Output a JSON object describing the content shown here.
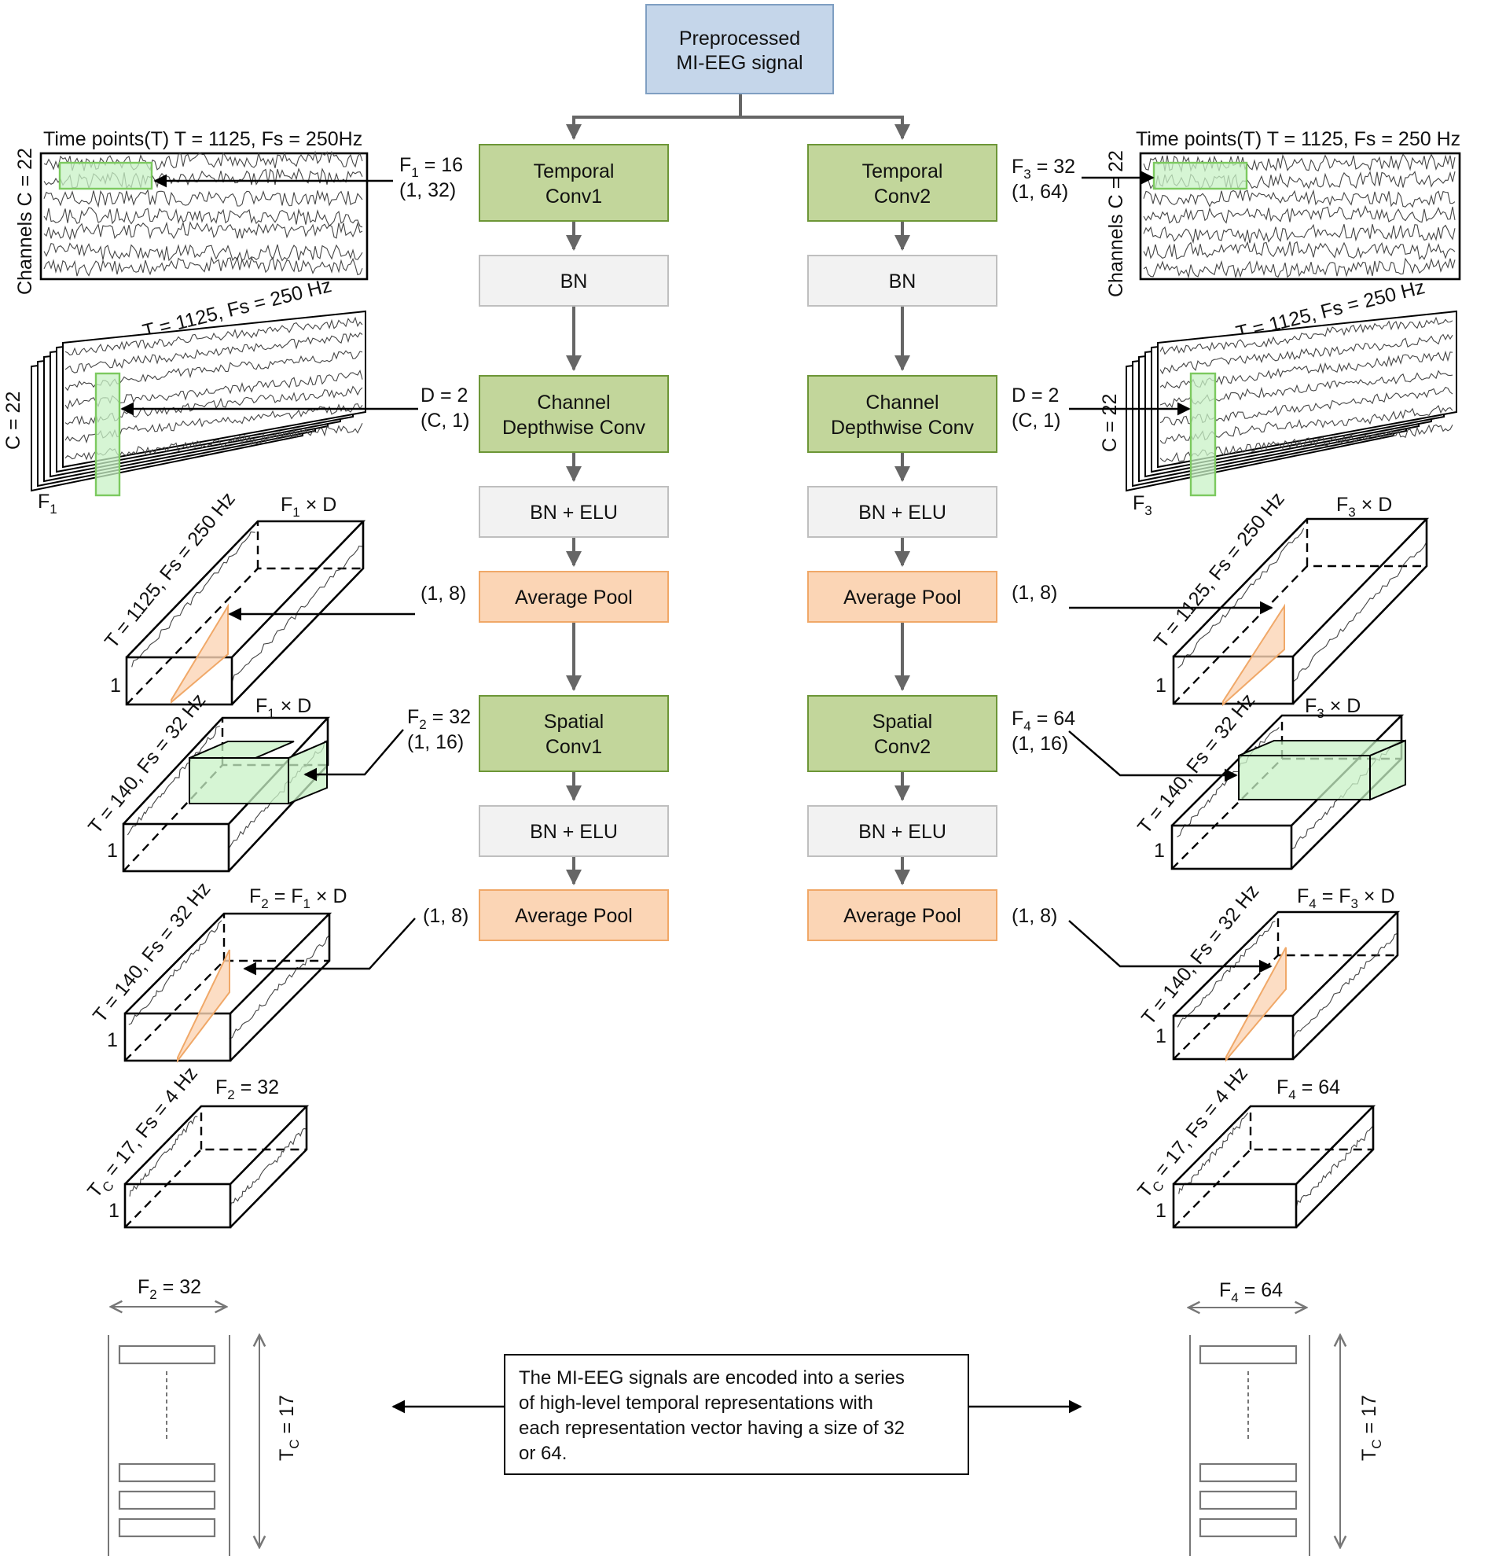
{
  "colors": {
    "input_fill": "#c5d6ea",
    "input_stroke": "#7f9fc2",
    "conv_fill": "#c2d69b",
    "conv_stroke": "#6d9637",
    "bn_fill": "#f2f2f2",
    "bn_stroke": "#bfbfbf",
    "pool_fill": "#fbd5b5",
    "pool_stroke": "#f0a868",
    "highlight_green": "#c8f2c6",
    "highlight_green_stroke": "#7cc95f",
    "highlight_orange": "#fbd5b5",
    "flow_arrow": "#666666"
  },
  "input_block": {
    "line1": "Preprocessed",
    "line2": "MI-EEG signal"
  },
  "branch_left": {
    "temporal_conv": {
      "line1": "Temporal",
      "line2": "Conv1"
    },
    "bn": "BN",
    "depthwise": {
      "line1": "Channel",
      "line2": "Depthwise Conv"
    },
    "bn_elu_1": "BN + ELU",
    "avg_pool_1": "Average Pool",
    "spatial_conv": {
      "line1": "Spatial",
      "line2": "Conv1"
    },
    "bn_elu_2": "BN + ELU",
    "avg_pool_2": "Average Pool"
  },
  "branch_right": {
    "temporal_conv": {
      "line1": "Temporal",
      "line2": "Conv2"
    },
    "bn": "BN",
    "depthwise": {
      "line1": "Channel",
      "line2": "Depthwise Conv"
    },
    "bn_elu_1": "BN + ELU",
    "avg_pool_1": "Average Pool",
    "spatial_conv": {
      "line1": "Spatial",
      "line2": "Conv2"
    },
    "bn_elu_2": "BN + ELU",
    "avg_pool_2": "Average Pool"
  },
  "params_left": {
    "temporal": {
      "f_letter": "F",
      "f_sub": "1",
      "f_rest": " = 16",
      "kernel": "(1, 32)"
    },
    "depthwise": {
      "d": "D = 2",
      "kernel": "(C, 1)"
    },
    "pool1": "(1, 8)",
    "spatial": {
      "f_letter": "F",
      "f_sub": "2",
      "f_rest": " = 32",
      "kernel": "(1, 16)"
    },
    "pool2": "(1, 8)"
  },
  "params_right": {
    "temporal": {
      "f_letter": "F",
      "f_sub": "3",
      "f_rest": " = 32",
      "kernel": "(1, 64)"
    },
    "depthwise": {
      "d": "D = 2",
      "kernel": "(C, 1)"
    },
    "pool1": "(1, 8)",
    "spatial": {
      "f_letter": "F",
      "f_sub": "4",
      "f_rest": " = 64",
      "kernel": "(1, 16)"
    },
    "pool2": "(1, 8)"
  },
  "vis_left": {
    "eeg_top": "Time points(T)  T = 1125, Fs = 250Hz",
    "eeg_side": "Channels C = 22",
    "stack_top": "T = 1125, Fs = 250 Hz",
    "stack_side": "C = 22",
    "stack_f_letter": "F",
    "stack_f_sub": "1",
    "box1": {
      "diag": "T = 1125, Fs = 250 Hz",
      "depth_letter": "F",
      "depth_sub": "1",
      "depth_rest": " × D",
      "one": "1"
    },
    "box2": {
      "diag": "T = 140, Fs = 32 Hz",
      "depth_letter": "F",
      "depth_sub": "1",
      "depth_rest": " × D",
      "one": "1"
    },
    "box3": {
      "diag": "T = 140, Fs = 32 Hz",
      "depth_letter": "F",
      "depth_sub": "2",
      "depth_rest": " = F",
      "depth_sub2": "1",
      "depth_rest2": " × D",
      "one": "1"
    },
    "box4": {
      "diag_a": "T",
      "diag_sub": "C",
      "diag_b": " = 17, Fs = 4 Hz",
      "depth_letter": "F",
      "depth_sub": "2",
      "depth_rest": " = 32",
      "one": "1"
    }
  },
  "vis_right": {
    "eeg_top": "Time points(T)  T = 1125, Fs = 250 Hz",
    "eeg_side": "Channels C = 22",
    "stack_top": "T = 1125, Fs = 250 Hz",
    "stack_side": "C = 22",
    "stack_f_letter": "F",
    "stack_f_sub": "3",
    "box1": {
      "diag": "T = 1125, Fs = 250 Hz",
      "depth_letter": "F",
      "depth_sub": "3",
      "depth_rest": " × D",
      "one": "1"
    },
    "box2": {
      "diag": "T = 140, Fs = 32 Hz",
      "depth_letter": "F",
      "depth_sub": "3",
      "depth_rest": " × D",
      "one": "1"
    },
    "box3": {
      "diag": "T = 140, Fs = 32 Hz",
      "depth_letter": "F",
      "depth_sub": "4",
      "depth_rest": " = F",
      "depth_sub2": "3",
      "depth_rest2": " × D",
      "one": "1"
    },
    "box4": {
      "diag_a": "T",
      "diag_sub": "C",
      "diag_b": " = 17, Fs = 4 Hz",
      "depth_letter": "F",
      "depth_sub": "4",
      "depth_rest": " = 64",
      "one": "1"
    }
  },
  "repr_left": {
    "w_letter": "F",
    "w_sub": "2",
    "w_rest": " = 32",
    "h_letter": "T",
    "h_sub": "C",
    "h_rest": " = 17"
  },
  "repr_right": {
    "w_letter": "F",
    "w_sub": "4",
    "w_rest": " = 64",
    "h_letter": "T",
    "h_sub": "C",
    "h_rest": " = 17"
  },
  "note": {
    "line1": "The MI-EEG signals are encoded into a series",
    "line2": "of high-level temporal representations with",
    "line3": "each representation vector having a size of 32",
    "line4": "or 64."
  }
}
